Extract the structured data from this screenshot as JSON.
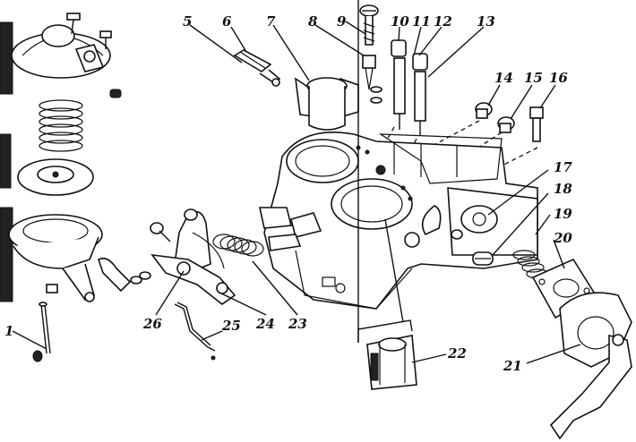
{
  "callouts": [
    {
      "id": "1",
      "label": "1"
    },
    {
      "id": "5",
      "label": "5"
    },
    {
      "id": "6",
      "label": "6"
    },
    {
      "id": "7",
      "label": "7"
    },
    {
      "id": "8",
      "label": "8"
    },
    {
      "id": "9",
      "label": "9"
    },
    {
      "id": "10",
      "label": "10"
    },
    {
      "id": "11",
      "label": "11"
    },
    {
      "id": "12",
      "label": "12"
    },
    {
      "id": "13",
      "label": "13"
    },
    {
      "id": "14",
      "label": "14"
    },
    {
      "id": "15",
      "label": "15"
    },
    {
      "id": "16",
      "label": "16"
    },
    {
      "id": "17",
      "label": "17"
    },
    {
      "id": "18",
      "label": "18"
    },
    {
      "id": "19",
      "label": "19"
    },
    {
      "id": "20",
      "label": "20"
    },
    {
      "id": "21",
      "label": "21"
    },
    {
      "id": "22",
      "label": "22"
    },
    {
      "id": "23",
      "label": "23"
    },
    {
      "id": "24",
      "label": "24"
    },
    {
      "id": "25",
      "label": "25"
    },
    {
      "id": "26",
      "label": "26"
    }
  ]
}
